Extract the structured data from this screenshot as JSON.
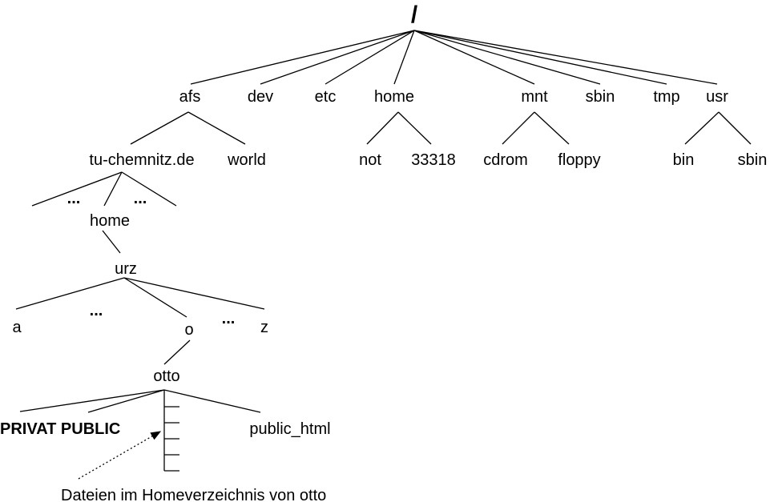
{
  "root": "/",
  "top_dirs": [
    "afs",
    "dev",
    "etc",
    "home",
    "mnt",
    "sbin",
    "tmp",
    "usr"
  ],
  "afs_children": [
    "tu-chemnitz.de",
    "world"
  ],
  "home_children": [
    "not",
    "33318"
  ],
  "mnt_children": [
    "cdrom",
    "floppy"
  ],
  "usr_children": [
    "bin",
    "sbin"
  ],
  "tuc": {
    "ellipsis": "...",
    "home": "home",
    "urz": "urz"
  },
  "urz_children": {
    "a": "a",
    "o": "o",
    "z": "z",
    "ellipsis": "..."
  },
  "otto": "otto",
  "otto_children": {
    "privat_public": "PRIVAT PUBLIC",
    "public_html": "public_html"
  },
  "caption": "Dateien im Homeverzeichnis von otto"
}
